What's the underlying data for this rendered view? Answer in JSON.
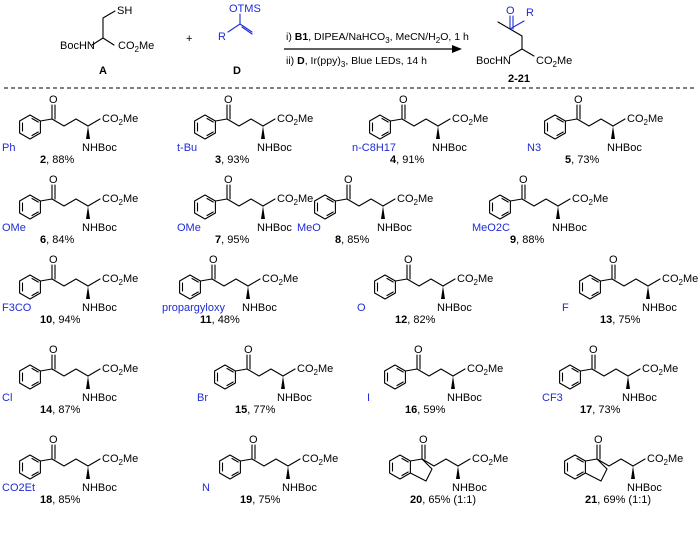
{
  "scheme": {
    "reactant_A": {
      "label": "A",
      "sh": "SH",
      "nh": "BocHN",
      "ester": "CO",
      "ester_sub": "2",
      "ester_tail": "Me"
    },
    "plus": "+",
    "reactant_D": {
      "label": "D",
      "otms": "OTMS",
      "r": "R"
    },
    "conditions": {
      "step1_prefix": "i) ",
      "step1_reagent": "B1",
      "step1_rest": ", DIPEA/NaHCO",
      "step1_sub": "3",
      "step1_tail": ", MeCN/H",
      "step1_sub2": "2",
      "step1_end": "O, 1 h",
      "step2_prefix": "ii) ",
      "step2_reagent": "D",
      "step2_rest": ", Ir(ppy)",
      "step2_sub": "3",
      "step2_end": ", Blue LEDs, 14 h"
    },
    "product": {
      "label": "2-21",
      "o": "O",
      "r": "R",
      "nh": "BocHN",
      "ester": "CO",
      "ester_sub": "2",
      "ester_tail": "Me"
    }
  },
  "compounds": [
    {
      "number": "2",
      "yield": ", 88%",
      "substituent": "Ph"
    },
    {
      "number": "3",
      "yield": ", 93%",
      "substituent": "t-Bu"
    },
    {
      "number": "4",
      "yield": ", 91%",
      "substituent": "n-C8H17"
    },
    {
      "number": "5",
      "yield": ", 73%",
      "substituent": "N3"
    },
    {
      "number": "6",
      "yield": ", 84%",
      "substituent": "OMe"
    },
    {
      "number": "7",
      "yield": ", 95%",
      "substituent": "OMe"
    },
    {
      "number": "8",
      "yield": ", 85%",
      "substituent": "MeO"
    },
    {
      "number": "9",
      "yield": ", 88%",
      "substituent": "MeO2C"
    },
    {
      "number": "10",
      "yield": ", 94%",
      "substituent": "F3CO"
    },
    {
      "number": "11",
      "yield": ", 48%",
      "substituent": "propargyloxy"
    },
    {
      "number": "12",
      "yield": ", 82%",
      "substituent": "O"
    },
    {
      "number": "13",
      "yield": ", 75%",
      "substituent": "F"
    },
    {
      "number": "14",
      "yield": ", 87%",
      "substituent": "Cl"
    },
    {
      "number": "15",
      "yield": ", 77%",
      "substituent": "Br"
    },
    {
      "number": "16",
      "yield": ", 59%",
      "substituent": "I"
    },
    {
      "number": "17",
      "yield": ", 73%",
      "substituent": "CF3"
    },
    {
      "number": "18",
      "yield": ", 85%",
      "substituent": "CO2Et"
    },
    {
      "number": "19",
      "yield": ", 75%",
      "substituent": "N"
    },
    {
      "number": "20",
      "yield": ", 65% (1:1)",
      "substituent": ""
    },
    {
      "number": "21",
      "yield": ", 69%  (1:1)",
      "substituent": ""
    }
  ],
  "common_labels": {
    "ketone_o": "O",
    "ester": "CO",
    "ester_sub": "2",
    "ester_tail": "Me",
    "nhboc": "NHBoc"
  },
  "colors": {
    "highlight": "#1f2bd6",
    "ink": "#000000"
  }
}
